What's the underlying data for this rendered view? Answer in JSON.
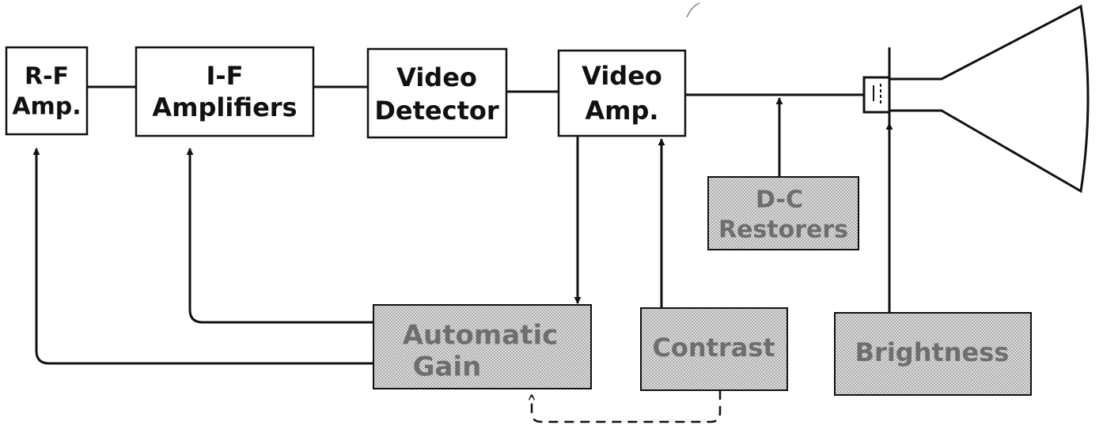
{
  "blocks": {
    "rf_amp": [
      "R-F",
      "Amp."
    ],
    "if_amp": [
      "I-F",
      "Amplifiers"
    ],
    "video_detector": [
      "Video",
      "Detector"
    ],
    "video_amp": [
      "Video",
      "Amp."
    ],
    "dc_restorers": [
      "D-C",
      "Restorers"
    ],
    "automatic_gain": [
      "Automatic",
      "Gain"
    ],
    "contrast": [
      "Contrast"
    ],
    "brightness": [
      "Brightness"
    ]
  },
  "colors": {
    "line": "#111111",
    "shade_fill": "#dcdcdc",
    "shade_dot": "#8a8a8a",
    "shaded_text": "#6e6e6e"
  }
}
